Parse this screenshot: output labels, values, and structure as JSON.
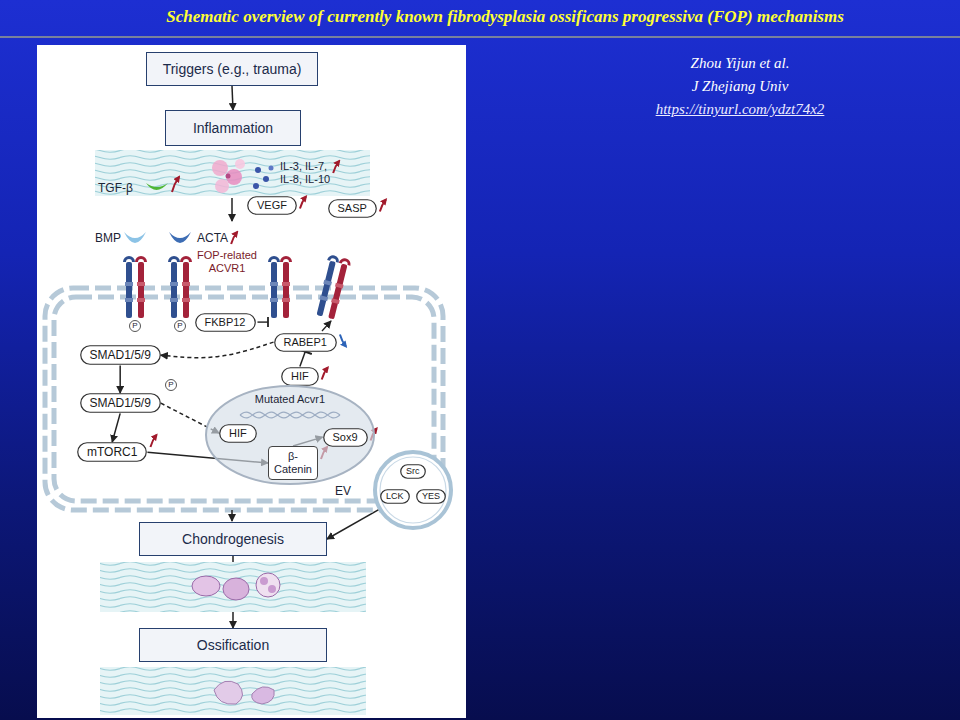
{
  "diagram": {
    "title": "Schematic overview of currently known fibrodysplasia ossificans progressiva (FOP) mechanisms",
    "nodes": [
      {
        "text": [
          "Triggers (e.g., trauma)"
        ]
      },
      {
        "text": [
          "Inflammation"
        ]
      },
      {
        "text": [
          "VEGF"
        ]
      },
      {
        "text": [
          "SASP"
        ]
      },
      {
        "text": [
          "FKBP12"
        ]
      },
      {
        "text": [
          "SMAD1/5/9"
        ]
      },
      {
        "text": [
          "RABEP1"
        ]
      },
      {
        "text": [
          "HIF"
        ]
      },
      {
        "text": [
          "SMAD1/5/9"
        ]
      },
      {
        "text": [
          "Mutated Acvr1"
        ]
      },
      {
        "text": [
          "HIF"
        ],
        "in": 9
      },
      {
        "text": [
          "Sox9"
        ],
        "in": 9
      },
      {
        "text": [
          "β-Catenin"
        ],
        "in": 9
      },
      {
        "text": [
          "mTORC1"
        ]
      },
      {
        "text": [
          "EV"
        ]
      },
      {
        "text": [
          "Src"
        ],
        "in": 14
      },
      {
        "text": [
          "LCK"
        ],
        "in": 14
      },
      {
        "text": [
          "YES"
        ],
        "in": 14
      },
      {
        "text": [
          "Chondrogenesis"
        ]
      },
      {
        "text": [
          "Ossification"
        ]
      }
    ],
    "edges": [
      {
        "from": 0,
        "to": 1,
        "arrow": "to"
      },
      {
        "from": 5,
        "to": 8,
        "arrow": "to"
      },
      {
        "from": 8,
        "to": 13,
        "arrow": "to"
      },
      {
        "from": 8,
        "to": 10,
        "arrow": "to"
      },
      {
        "from": 13,
        "to": 12,
        "arrow": "to"
      },
      {
        "from": 12,
        "to": 11,
        "arrow": "to"
      },
      {
        "from": 7,
        "to": 6,
        "arrow": "to"
      },
      {
        "from": 6,
        "to": 5,
        "arrow": "to"
      },
      {
        "from": 14,
        "to": 18,
        "arrow": "to"
      },
      {
        "from": 18,
        "to": 19,
        "arrow": "to"
      }
    ],
    "labels": [
      "TGF-β",
      "IL-3, IL-7, IL-8, IL-10",
      "BMP",
      "ACTA",
      "FOP-related ACVR1",
      "P",
      "P",
      "P",
      "Zhou Yijun et al.",
      "J Zhejiang Univ",
      "https://tinyurl.com/ydzt74x2"
    ]
  }
}
